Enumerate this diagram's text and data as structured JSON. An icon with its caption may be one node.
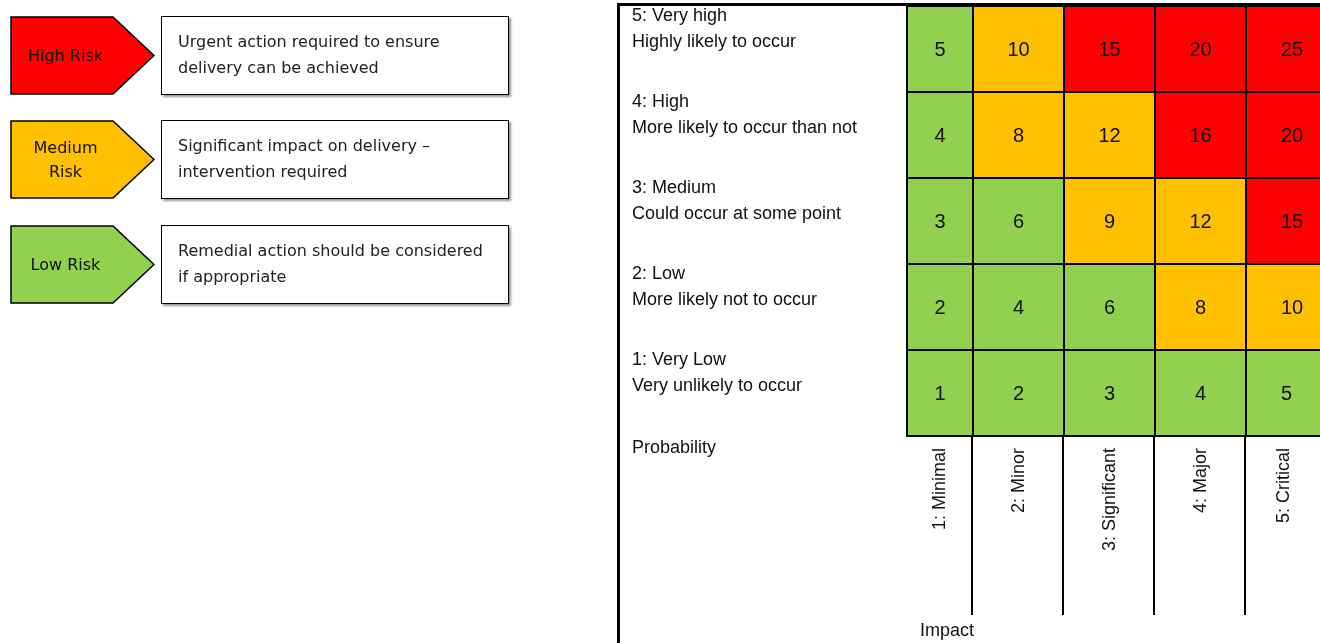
{
  "diagram": {
    "nodes": [
      {
        "text": [
          "High Risk"
        ]
      },
      {
        "text": [
          "Urgent action required to ensure delivery can be achieved"
        ]
      },
      {
        "text": [
          "Medium Risk"
        ]
      },
      {
        "text": [
          "Significant impact on delivery – intervention required"
        ]
      },
      {
        "text": [
          "Low Risk"
        ]
      },
      {
        "text": [
          "Remedial action should be considered if appropriate"
        ]
      },
      {
        "text": [
          "5"
        ]
      },
      {
        "text": [
          "10"
        ]
      },
      {
        "text": [
          "15"
        ]
      },
      {
        "text": [
          "20"
        ]
      },
      {
        "text": [
          "25"
        ]
      },
      {
        "text": [
          "4"
        ]
      },
      {
        "text": [
          "8"
        ]
      },
      {
        "text": [
          "12"
        ]
      },
      {
        "text": [
          "16"
        ]
      },
      {
        "text": [
          "20"
        ]
      },
      {
        "text": [
          "3"
        ]
      },
      {
        "text": [
          "6"
        ]
      },
      {
        "text": [
          "9"
        ]
      },
      {
        "text": [
          "12"
        ]
      },
      {
        "text": [
          "15"
        ]
      },
      {
        "text": [
          "2"
        ]
      },
      {
        "text": [
          "4"
        ]
      },
      {
        "text": [
          "6"
        ]
      },
      {
        "text": [
          "8"
        ]
      },
      {
        "text": [
          "10"
        ]
      },
      {
        "text": [
          "1"
        ]
      },
      {
        "text": [
          "2"
        ]
      },
      {
        "text": [
          "3"
        ]
      },
      {
        "text": [
          "4"
        ]
      },
      {
        "text": [
          "5"
        ]
      }
    ],
    "labels": [
      "5: Very high",
      "Highly likely to occur",
      "4: High",
      "More likely to occur than not",
      "3: Medium",
      "Could occur at some point",
      "2: Low",
      "More likely not to occur",
      "1: Very Low",
      "Very unlikely to occur",
      "Probability",
      "1: Minimal",
      "2: Minor",
      "3: Significant",
      "4: Major",
      "5: Critical",
      "Impact"
    ]
  }
}
